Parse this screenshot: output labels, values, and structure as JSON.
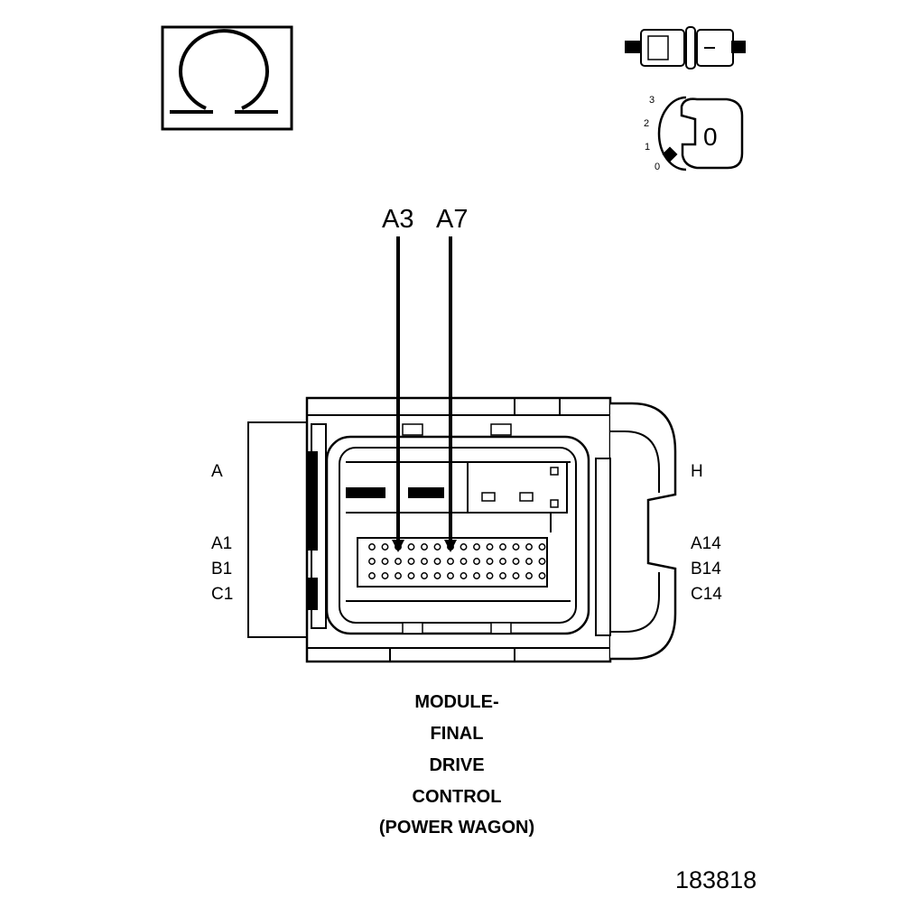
{
  "meter_icon": {
    "symbol": "ohm",
    "glyph": "Ω"
  },
  "key_icon": {
    "position_labels": [
      "3",
      "2",
      "1",
      "0"
    ],
    "key_face": "0"
  },
  "callouts": [
    "A3",
    "A7"
  ],
  "side_labels": {
    "left": [
      "A",
      "A1",
      "B1",
      "C1"
    ],
    "right": [
      "H",
      "A14",
      "B14",
      "C14"
    ]
  },
  "title_lines": [
    "MODULE-",
    "FINAL",
    "DRIVE",
    "CONTROL",
    "(POWER WAGON)"
  ],
  "figure_number": "183818",
  "pin_grid": {
    "rows": 3,
    "columns": 14
  }
}
